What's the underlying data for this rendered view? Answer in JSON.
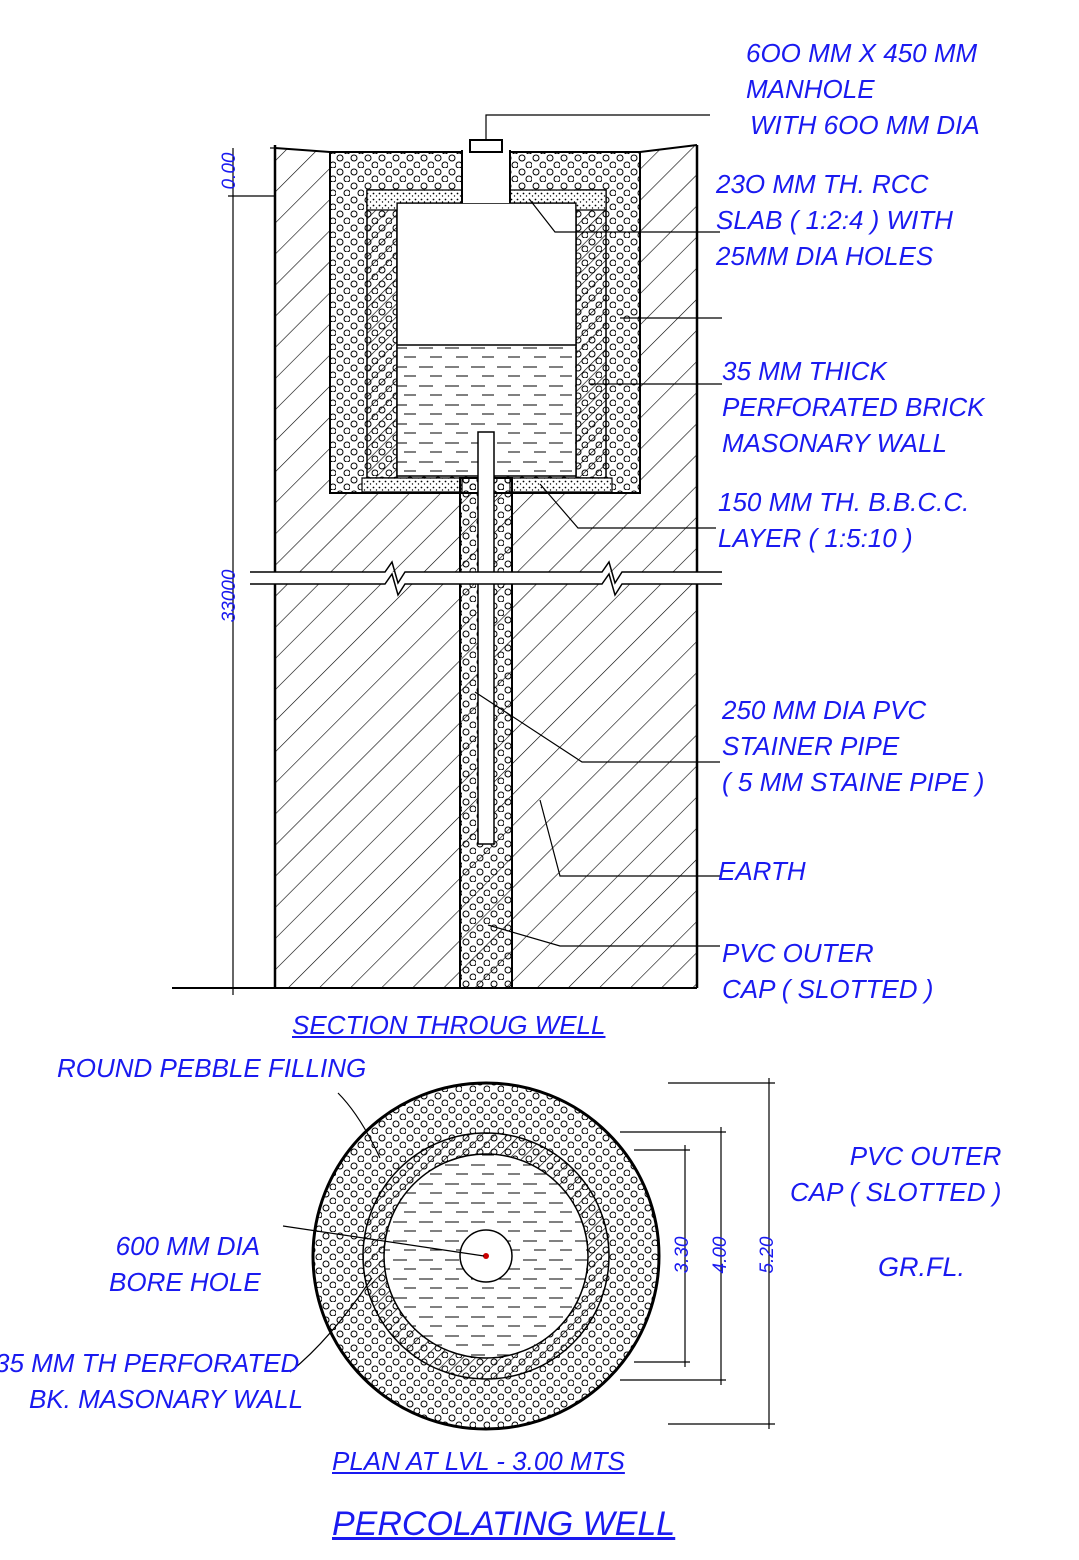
{
  "labels": {
    "manhole": [
      "6OO MM X 450 MM",
      "MANHOLE",
      "WITH 6OO MM DIA"
    ],
    "rcc_slab": [
      "23O MM TH. RCC",
      "SLAB ( 1:2:4 ) WITH",
      "25MM DIA HOLES"
    ],
    "brick_wall": [
      "35 MM THICK",
      "PERFORATED BRICK",
      "MASONARY WALL"
    ],
    "bbcc_layer": [
      "150 MM TH. B.B.C.C.",
      "LAYER ( 1:5:10 )"
    ],
    "pvc_pipe": [
      "250 MM DIA PVC",
      "STAINER PIPE",
      "( 5 MM STAINE PIPE )"
    ],
    "earth": "EARTH",
    "pvc_cap": [
      "PVC OUTER",
      "CAP ( SLOTTED )"
    ],
    "pebble": "ROUND PEBBLE FILLING",
    "bore_hole": [
      "600 MM DIA",
      "BORE HOLE"
    ],
    "plan_wall": [
      "35 MM TH PERFORATED",
      "BK. MASONARY WALL"
    ],
    "plan_pvc_cap": [
      "PVC OUTER",
      "CAP ( SLOTTED )"
    ],
    "gr_fl": "GR.FL."
  },
  "dimensions": {
    "top_level": "0.00",
    "depth": "33000",
    "d_inner": "3.30",
    "d_wall": "4.00",
    "d_outer": "5.20"
  },
  "titles": {
    "section": "SECTION THROUG WELL",
    "plan": "PLAN AT LVL - 3.00 MTS",
    "main": "PERCOLATING WELL"
  },
  "colors": {
    "text": "#1a1af0",
    "line": "#000000",
    "marker": "#cc0000"
  }
}
